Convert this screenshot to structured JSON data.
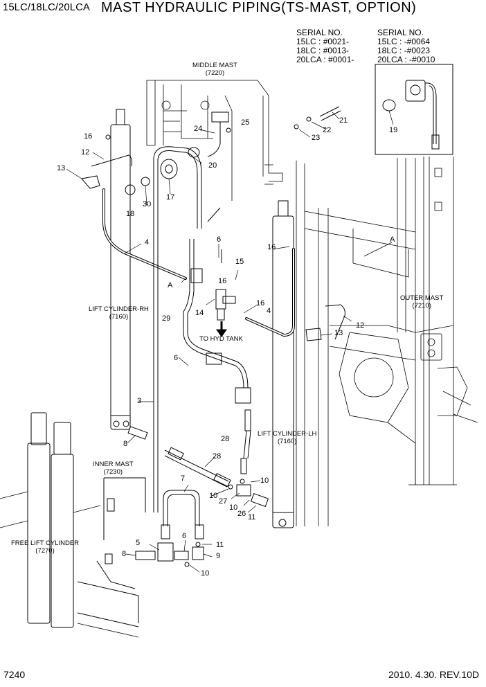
{
  "header": {
    "models": "15LC/18LC/20LCA",
    "title": "MAST HYDRAULIC PIPING(TS-MAST, OPTION)"
  },
  "serials": {
    "left": {
      "heading": "SERIAL NO.",
      "lines": [
        "15LC : #0021-",
        "18LC : #0013-",
        "20LCA : #0001-"
      ]
    },
    "right": {
      "heading": "SERIAL NO.",
      "lines": [
        "15LC : -#0064",
        "18LC : -#0023",
        "20LCA : -#0010"
      ]
    }
  },
  "assemblies": {
    "middle_mast": {
      "name": "MIDDLE MAST",
      "code": "(7220)"
    },
    "outer_mast": {
      "name": "OUTER MAST",
      "code": "(7210)"
    },
    "inner_mast": {
      "name": "INNER MAST",
      "code": "(7230)"
    },
    "lift_cyl_rh": {
      "name": "LIFT CYLINDER-RH",
      "code": "(7160)"
    },
    "lift_cyl_lh": {
      "name": "LIFT CYLINDER-LH",
      "code": "(7160)"
    },
    "free_lift": {
      "name": "FREE LIFT CYLINDER",
      "code": "(7270)"
    }
  },
  "to_hyd_tank": "TO HYD TANK",
  "section_marks": [
    "A",
    "A"
  ],
  "part_numbers": {
    "p16a": "16",
    "p12a": "12",
    "p13a": "13",
    "p17": "17",
    "p18": "18",
    "p30": "30",
    "p24": "24",
    "p25": "25",
    "p20": "20",
    "p21": "21",
    "p22": "22",
    "p23": "23",
    "p19": "19",
    "p4a": "4",
    "p6a": "6",
    "p15": "15",
    "p16b": "16",
    "p16c": "16",
    "p14": "14",
    "p29": "29",
    "p4b": "4",
    "p16d": "16",
    "p12b": "12",
    "p13b": "13",
    "p6b": "6",
    "p3": "3",
    "p8a": "8",
    "p28a": "28",
    "p28b": "28",
    "p7": "7",
    "p10a": "10",
    "p10b": "10",
    "p27": "27",
    "p10c": "10",
    "p26": "26",
    "p11a": "11",
    "p5": "5",
    "p6c": "6",
    "p8b": "8",
    "p11b": "11",
    "p9": "9",
    "p10d": "10"
  },
  "footer": {
    "page": "7240",
    "revision": "2010. 4.30.  REV.10D"
  }
}
